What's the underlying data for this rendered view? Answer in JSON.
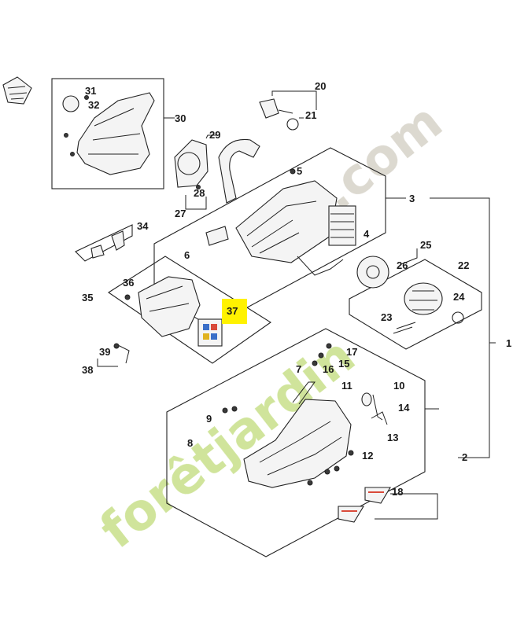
{
  "labels": {
    "p1": "1",
    "p2": "2",
    "p3": "3",
    "p4": "4",
    "p5": "5",
    "p6": "6",
    "p7": "7",
    "p8": "8",
    "p9": "9",
    "p10": "10",
    "p11": "11",
    "p12": "12",
    "p13": "13",
    "p14": "14",
    "p15": "15",
    "p16": "16",
    "p17": "17",
    "p18": "18",
    "p20": "20",
    "p21": "21",
    "p22": "22",
    "p23": "23",
    "p24": "24",
    "p25": "25",
    "p26": "26",
    "p27": "27",
    "p28": "28",
    "p29": "29",
    "p30": "30",
    "p31": "31",
    "p32": "32",
    "p34": "34",
    "p35": "35",
    "p36": "36",
    "p37": "37",
    "p38": "38",
    "p39": "39"
  },
  "highlight": {
    "part": "37",
    "color": "#fff200"
  },
  "watermark": {
    "text_green": "forêtjardin",
    "text_gray": ".com",
    "color_green": "#c8e08a",
    "color_gray": "#d6d2c8"
  }
}
